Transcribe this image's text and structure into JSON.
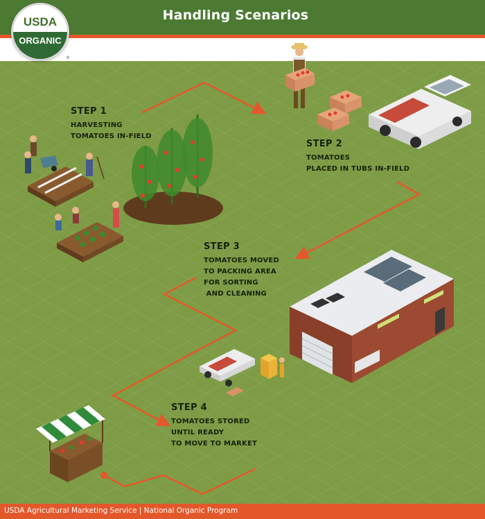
{
  "header": {
    "title": "Handling Scenarios",
    "logo": {
      "top": "USDA",
      "bottom": "ORGANIC",
      "mark": "®"
    },
    "colors": {
      "band": "#4c7a32",
      "accent": "#e3582b",
      "field": "#7e9c46"
    }
  },
  "steps": [
    {
      "title": "STEP 1",
      "lines": [
        "HARVESTING",
        "TOMATOES IN-FIELD"
      ]
    },
    {
      "title": "STEP 2",
      "lines": [
        "TOMATOES",
        "PLACED IN TUBS IN-FIELD"
      ]
    },
    {
      "title": "STEP 3",
      "lines": [
        "TOMATOES MOVED",
        "TO PACKING AREA",
        "FOR SORTING",
        " AND CLEANING"
      ]
    },
    {
      "title": "STEP 4",
      "lines": [
        "TOMATOES STORED",
        "UNTIL READY",
        "TO MOVE TO MARKET"
      ]
    }
  ],
  "footer": {
    "text": "USDA Agricultural Marketing Service | National Organic Program"
  }
}
